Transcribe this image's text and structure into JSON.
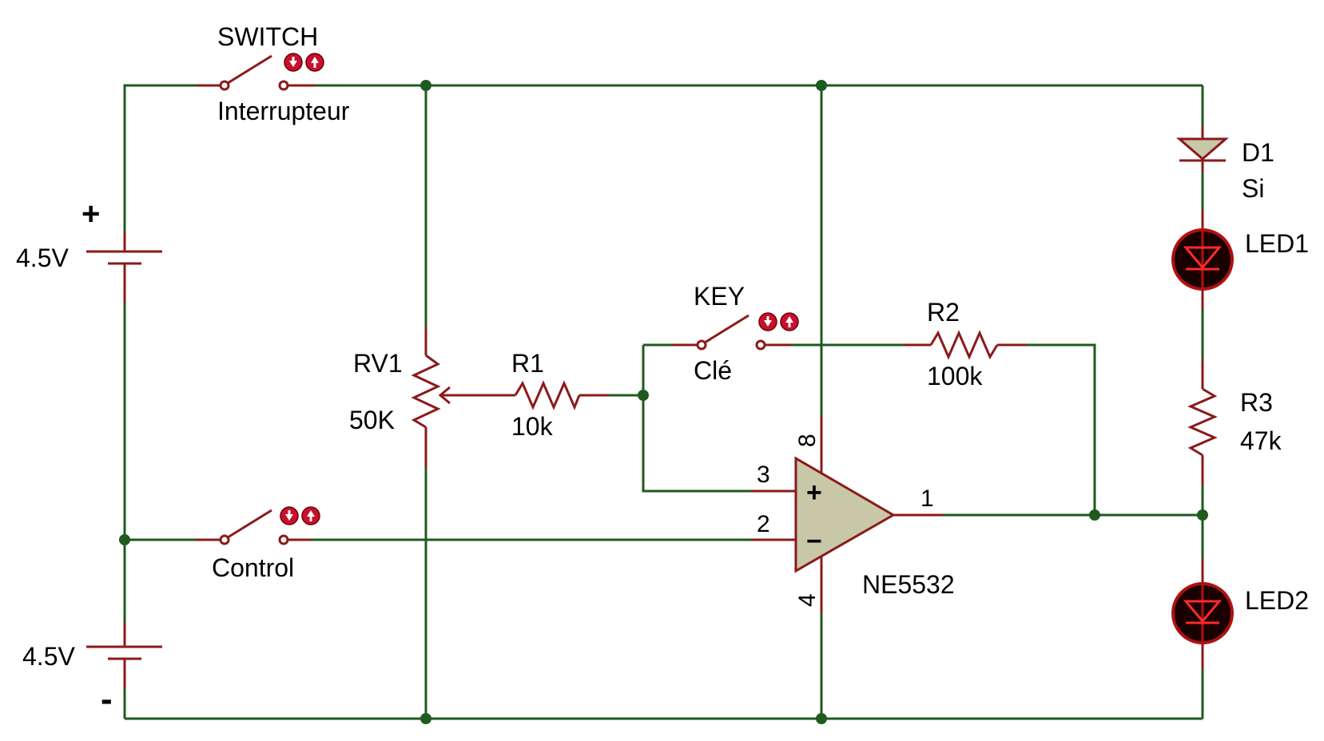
{
  "colors": {
    "wire": "#1f5a1f",
    "component": "#8b1a1a",
    "opamp_fill": "#c8c8a8",
    "led_body": "#1a0000",
    "led_ring": "#b01010",
    "button": "#c8102e"
  },
  "battery_top": {
    "label": "4.5V",
    "polarity": "+"
  },
  "battery_bottom": {
    "label": "4.5V",
    "polarity": "-"
  },
  "switch_main": {
    "ref": "SWITCH",
    "name": "Interrupteur"
  },
  "switch_control": {
    "name": "Control"
  },
  "switch_key": {
    "ref": "KEY",
    "name": "Clé"
  },
  "rv1": {
    "ref": "RV1",
    "value": "50K"
  },
  "r1": {
    "ref": "R1",
    "value": "10k"
  },
  "r2": {
    "ref": "R2",
    "value": "100k"
  },
  "r3": {
    "ref": "R3",
    "value": "47k"
  },
  "d1": {
    "ref": "D1",
    "value": "Si"
  },
  "led1": {
    "ref": "LED1"
  },
  "led2": {
    "ref": "LED2"
  },
  "opamp": {
    "part": "NE5532",
    "pin_noninv": "3",
    "pin_inv": "2",
    "pin_out": "1",
    "pin_vcc": "8",
    "pin_gnd": "4",
    "plus_sign": "+",
    "minus_sign": "−"
  },
  "icons": [
    "battery-icon",
    "switch-icon",
    "potentiometer-icon",
    "resistor-icon",
    "diode-icon",
    "led-icon",
    "opamp-icon",
    "push-button-down-icon",
    "push-button-up-icon"
  ]
}
